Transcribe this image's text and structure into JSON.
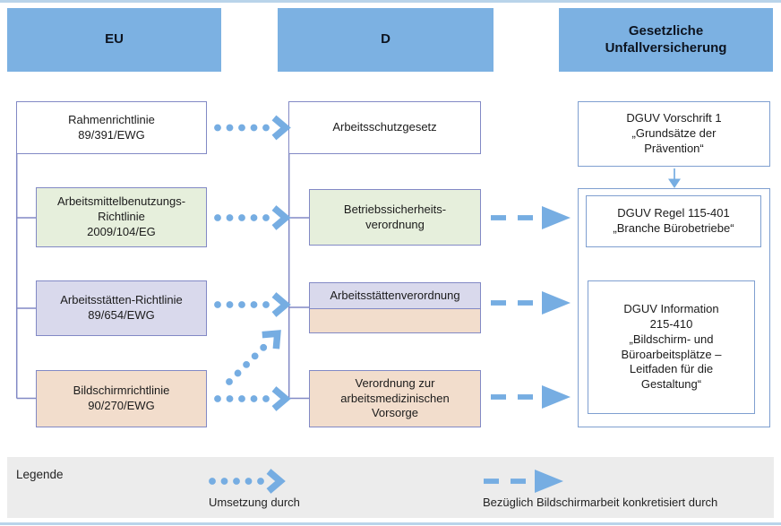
{
  "columns": {
    "eu": {
      "header": "EU",
      "boxes": [
        {
          "id": "rahmenrichtlinie",
          "text": "Rahmenrichtlinie\n89/391/EWG",
          "fill": "white"
        },
        {
          "id": "arbeitsmittelbenutzungs-richtlinie",
          "text": "Arbeitsmittelbenutzungs-\nRichtlinie\n2009/104/EG",
          "fill": "green"
        },
        {
          "id": "arbeitsstaetten-richtlinie",
          "text": "Arbeitsstätten-Richtlinie\n89/654/EWG",
          "fill": "lavender"
        },
        {
          "id": "bildschirmrichtlinie",
          "text": "Bildschirmrichtlinie\n90/270/EWG",
          "fill": "tan"
        }
      ]
    },
    "d": {
      "header": "D",
      "boxes": [
        {
          "id": "arbeitsschutzgesetz",
          "text": "Arbeitsschutzgesetz",
          "fill": "white"
        },
        {
          "id": "betriebssicherheitsverordnung",
          "text": "Betriebssicherheits-\nverordnung",
          "fill": "green"
        },
        {
          "id": "arbeitsstaettenverordnung",
          "text": "Arbeitsstättenverordnung",
          "fill": "lavender-tan-split"
        },
        {
          "id": "verordnung-arbeitsmedizinische-vorsorge",
          "text": "Verordnung zur\narbeitsmedizinischen\nVorsorge",
          "fill": "tan"
        }
      ]
    },
    "guv": {
      "header": "Gesetzliche\nUnfallversicherung",
      "boxes": [
        {
          "id": "dguv-vorschrift-1",
          "text": "DGUV Vorschrift 1\n„Grundsätze der\nPrävention“",
          "fill": "white"
        },
        {
          "id": "dguv-regel-115-401",
          "text": "DGUV Regel 115-401\n„Branche Bürobetriebe“",
          "fill": "white"
        },
        {
          "id": "dguv-information-215-410",
          "text": "DGUV Information\n215-410\n„Bildschirm- und\nBüroarbeitsplätze –\nLeitfaden für die\nGestaltung“",
          "fill": "white"
        }
      ]
    }
  },
  "legend": {
    "title": "Legende",
    "items": [
      {
        "style": "dotted-arrow",
        "label": "Umsetzung durch"
      },
      {
        "style": "dashed-arrow",
        "label": "Bezüglich Bildschirmarbeit konkretisiert durch"
      }
    ]
  },
  "colors": {
    "header_blue": "#7cb1e2",
    "arrow_blue": "#76ade2",
    "box_border_purple": "#8289c5",
    "box_border_blue": "#7f9fd0",
    "green_box": "#e6efdc",
    "lavender_box": "#d9d9ec",
    "tan_box": "#f2ddcc",
    "legend_bg": "#ececec",
    "frame_line": "#b9d4ea"
  }
}
